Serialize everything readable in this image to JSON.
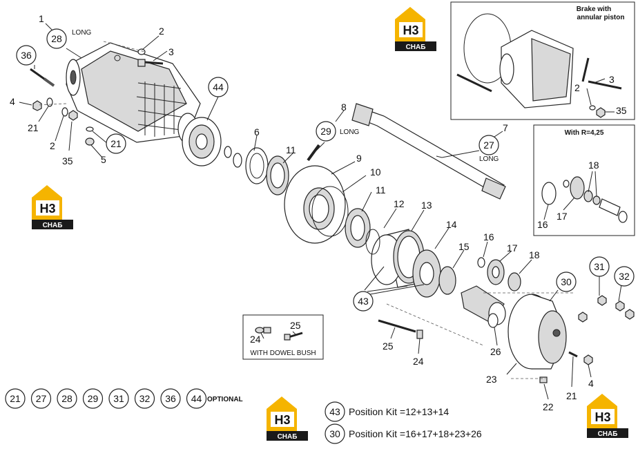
{
  "colors": {
    "logo_yellow": "#f5b400",
    "logo_black": "#1a1a1a",
    "line": "#222222"
  },
  "logos": [
    {
      "letters": "H3",
      "sub": "СНАБ"
    },
    {
      "letters": "H3",
      "sub": "СНАБ"
    },
    {
      "letters": "H3",
      "sub": "СНАБ"
    },
    {
      "letters": "H3",
      "sub": "СНАБ"
    }
  ],
  "insets": {
    "brake": {
      "title_line1": "Brake with",
      "title_line2": "annular piston",
      "labels": [
        "3",
        "2",
        "35"
      ]
    },
    "ratio": {
      "title": "With R=4,25",
      "labels": [
        "18",
        "16",
        "17"
      ]
    },
    "dowel": {
      "caption": "WITH DOWEL BUSH",
      "labels": [
        "25",
        "24"
      ]
    }
  },
  "callouts": {
    "c1": "1",
    "c28": "28",
    "long1": "LONG",
    "c2a": "2",
    "c3": "3",
    "c36": "36",
    "c4a": "4",
    "c21a": "21",
    "c2b": "2",
    "c35": "35",
    "c5": "5",
    "c21b": "21",
    "c44": "44",
    "c6": "6",
    "c8": "8",
    "c29": "29",
    "long2": "LONG",
    "c7": "7",
    "c27": "27",
    "long3": "LONG",
    "c11a": "11",
    "c9": "9",
    "c10": "10",
    "c11b": "11",
    "c12": "12",
    "c13": "13",
    "c14": "14",
    "c15": "15",
    "c16": "16",
    "c17": "17",
    "c18": "18",
    "c43": "43",
    "c30": "30",
    "c31": "31",
    "c32": "32",
    "c25": "25",
    "c24": "24",
    "c26": "26",
    "c23": "23",
    "c21c": "21",
    "c4b": "4",
    "c22": "22"
  },
  "optional": {
    "items": [
      "21",
      "27",
      "28",
      "29",
      "31",
      "32",
      "36",
      "44"
    ],
    "label": "OPTIONAL"
  },
  "kits": [
    {
      "ref": "43",
      "text": "Position Kit =12+13+14"
    },
    {
      "ref": "30",
      "text": "Position Kit =16+17+18+23+26"
    }
  ]
}
